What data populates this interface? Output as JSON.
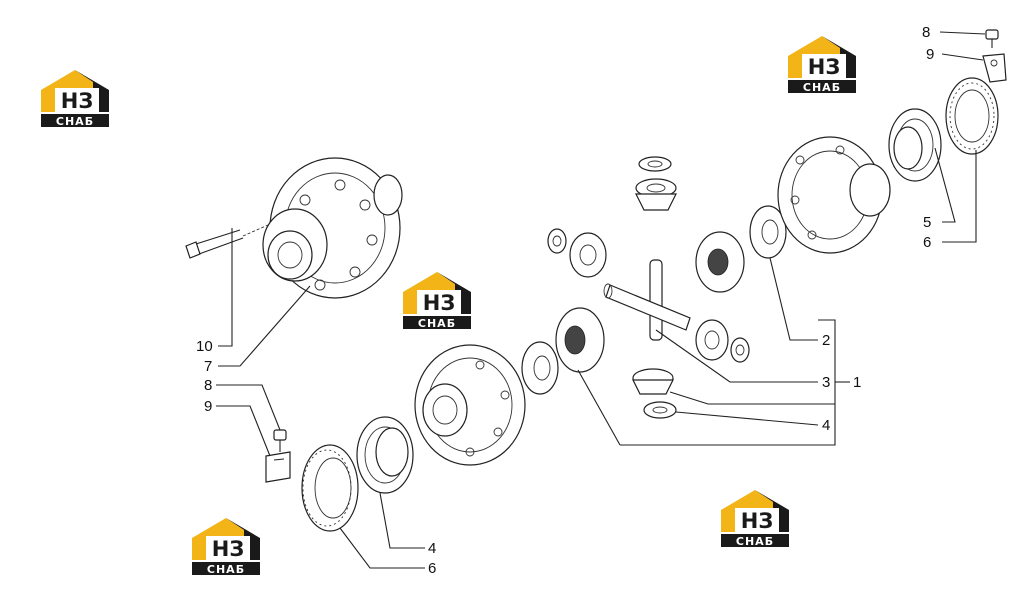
{
  "watermark": {
    "top_letters": "НЗ",
    "bottom_text": "СНАБ",
    "colors": {
      "yellow": "#f2b416",
      "dark": "#1a1a1a",
      "white": "#ffffff"
    }
  },
  "callouts": {
    "c8_top": "8",
    "c9_top": "9",
    "c5": "5",
    "c6_right": "6",
    "c2": "2",
    "c3": "3",
    "c1": "1",
    "c4_right": "4",
    "c10": "10",
    "c7": "7",
    "c8_left": "8",
    "c9_left": "9",
    "c4_bottom": "4",
    "c6_bottom": "6"
  }
}
